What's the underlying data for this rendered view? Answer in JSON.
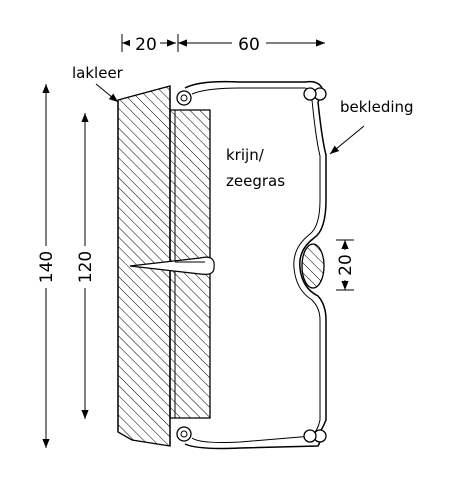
{
  "dimensions": {
    "top_left_width": "20",
    "top_right_width": "60",
    "overall_height": "140",
    "inner_height": "120",
    "bulge_height": "20"
  },
  "labels": {
    "lacquer": "lakleer",
    "cover": "bekleding",
    "filling_line1": "krijn/",
    "filling_line2": "zeegras"
  },
  "colors": {
    "line": "#000000",
    "background": "#ffffff"
  }
}
